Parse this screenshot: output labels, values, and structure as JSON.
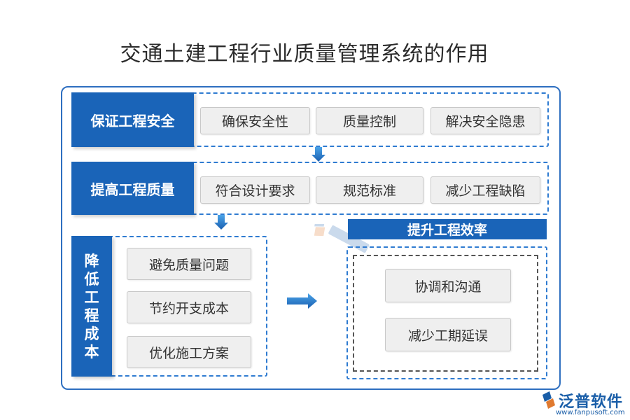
{
  "title": "交通土建工程行业质量管理系统的作用",
  "rows": [
    {
      "label": "保证工程安全",
      "items": [
        "确保安全性",
        "质量控制",
        "解决安全隐患"
      ]
    },
    {
      "label": "提高工程质量",
      "items": [
        "符合设计要求",
        "规范标准",
        "减少工程缺陷"
      ]
    }
  ],
  "cost": {
    "label_chars": [
      "降",
      "低",
      "工",
      "程",
      "成",
      "本"
    ],
    "items": [
      "避免质量问题",
      "节约开支成本",
      "优化施工方案"
    ]
  },
  "efficiency": {
    "label": "提升工程效率",
    "items": [
      "协调和沟通",
      "减少工期延误"
    ]
  },
  "logo": {
    "name": "泛普软件",
    "url": "www.fanpusoft.com"
  },
  "colors": {
    "primary": "#1a64b8",
    "dashed_border": "#2f7bd1",
    "item_bg": "#efefef"
  }
}
